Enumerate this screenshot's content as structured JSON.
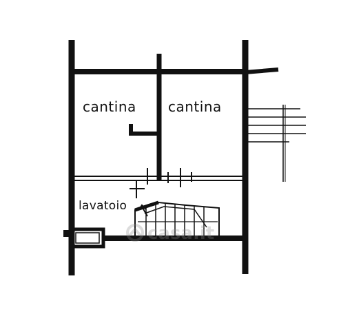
{
  "plan": {
    "room_left_label": "cantina",
    "room_right_label": "cantina",
    "laundry_label": "lavatoio"
  },
  "watermark": {
    "brand": "casa.it"
  },
  "colors": {
    "ink": "#111111",
    "background": "#ffffff"
  }
}
